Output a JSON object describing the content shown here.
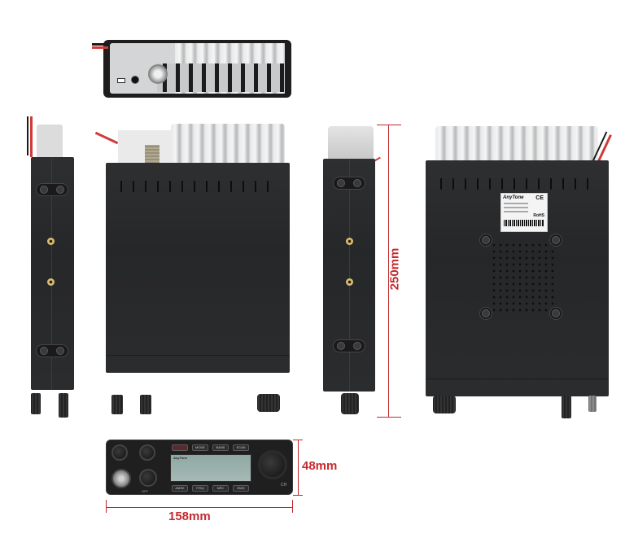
{
  "product": {
    "brand": "AnyTone",
    "type": "CB radio",
    "colors": {
      "body": "#2b2c2e",
      "heatsink": "#e6e7e8",
      "dimension_annotation": "#c62a2f",
      "background": "#ffffff"
    }
  },
  "views": {
    "rear": {
      "label": "rear-panel-view"
    },
    "top_left_side": {
      "label": "left-side-view"
    },
    "top": {
      "label": "top-view"
    },
    "right_side": {
      "label": "right-side-view"
    },
    "bottom": {
      "label": "bottom-view"
    },
    "front": {
      "label": "front-panel-view"
    }
  },
  "front_panel": {
    "top_buttons": [
      "",
      "MODE",
      "BAND",
      "SCAN"
    ],
    "bottom_buttons": [
      "AMSK",
      "F/SQ",
      "NRC",
      "EMG"
    ],
    "display_brand": "AnyTone",
    "knob_label": "CH",
    "power_label": "OFF"
  },
  "label_sticker": {
    "brand": "AnyTone",
    "marks": [
      "CE",
      "RoHS"
    ]
  },
  "dimensions": {
    "depth": "250mm",
    "height": "48mm",
    "width": "158mm"
  }
}
